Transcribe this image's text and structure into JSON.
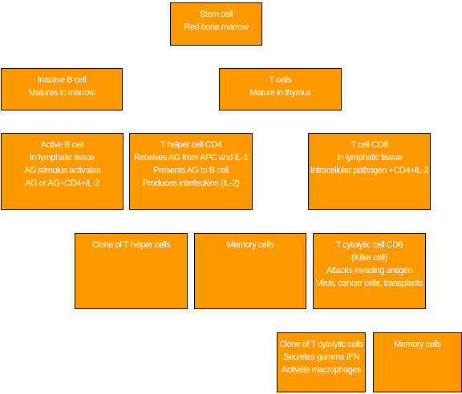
{
  "nodes": {
    "stem": {
      "lines": [
        "Stem cell",
        "Red bone marrow"
      ]
    },
    "inactive_b": {
      "lines": [
        "Inactive B cell",
        "Matures in marrow"
      ]
    },
    "t_cells": {
      "lines": [
        "T cells",
        "Mature in thymus"
      ]
    },
    "active_b": {
      "lines": [
        "Active B cell",
        "In lymphatic tissue",
        "AG stimulus activates",
        "AG or AG+CD4+IL-2"
      ]
    },
    "t_helper": {
      "lines": [
        "T helper cell CD4",
        "Receives AG from APC and IL-1",
        "Presents AG to B cell",
        "Produces interleukins (IL-2)"
      ]
    },
    "t_cd8": {
      "lines": [
        "T cell CD8",
        "In lymphatic tissue",
        "Intracellular pathogen +CD4+IL-2"
      ]
    },
    "clone_helper": {
      "lines": [
        "Clone of T helper cells"
      ]
    },
    "memory_1": {
      "lines": [
        "Memory cells"
      ]
    },
    "cytolytic": {
      "lines": [
        "T cytolytic cell CD8",
        "(Killer cell)",
        "Attacks invading antigen",
        "Virus, cancer cells, transplants"
      ]
    },
    "clone_cytolytic": {
      "lines": [
        "Clone of T cytolytic cells",
        "Secretes gamma IFN",
        "Activate macrophages"
      ]
    },
    "memory_2": {
      "lines": [
        "Memory cells"
      ]
    }
  },
  "colors": {
    "box_fill": "#ff9900",
    "box_border": "#000000",
    "text": "#ffffff"
  }
}
